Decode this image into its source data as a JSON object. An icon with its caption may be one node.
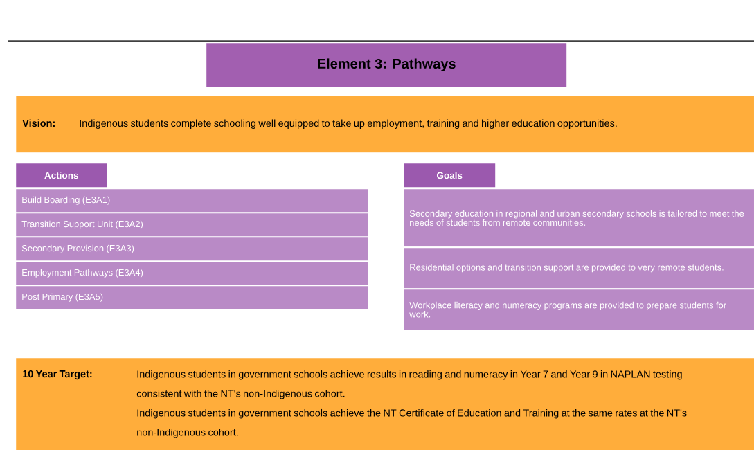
{
  "diagram": {
    "title": "Element 3: Pathways",
    "nodes": [
      {
        "text": [
          "Vision:",
          "Indigenous students complete schooling well equipped to take up employment, training and higher education opportunities."
        ]
      },
      {
        "text": [
          "Actions"
        ]
      },
      {
        "text": [
          "Build Boarding (E3A1)"
        ]
      },
      {
        "text": [
          "Transition Support Unit (E3A2)"
        ]
      },
      {
        "text": [
          "Secondary Provision (E3A3)"
        ]
      },
      {
        "text": [
          "Employment Pathways (E3A4)"
        ]
      },
      {
        "text": [
          "Post Primary (E3A5)"
        ]
      },
      {
        "text": [
          "Goals"
        ]
      },
      {
        "text": [
          "Secondary education in regional and urban secondary schools is tailored to meet the needs of students from remote communities."
        ]
      },
      {
        "text": [
          "Residential options and transition support are provided to very remote students."
        ]
      },
      {
        "text": [
          "Workplace literacy and numeracy programs are provided to prepare students for work."
        ]
      },
      {
        "text": [
          "10 Year Target:",
          "Indigenous students in government schools achieve results in reading and numeracy in Year 7 and Year 9 in NAPLAN testing consistent with the NT's non-Indigenous cohort.",
          "Indigenous students in government schools achieve the NT Certificate of Education and Training at the same rates at the NT's non-Indigenous cohort."
        ]
      }
    ]
  }
}
